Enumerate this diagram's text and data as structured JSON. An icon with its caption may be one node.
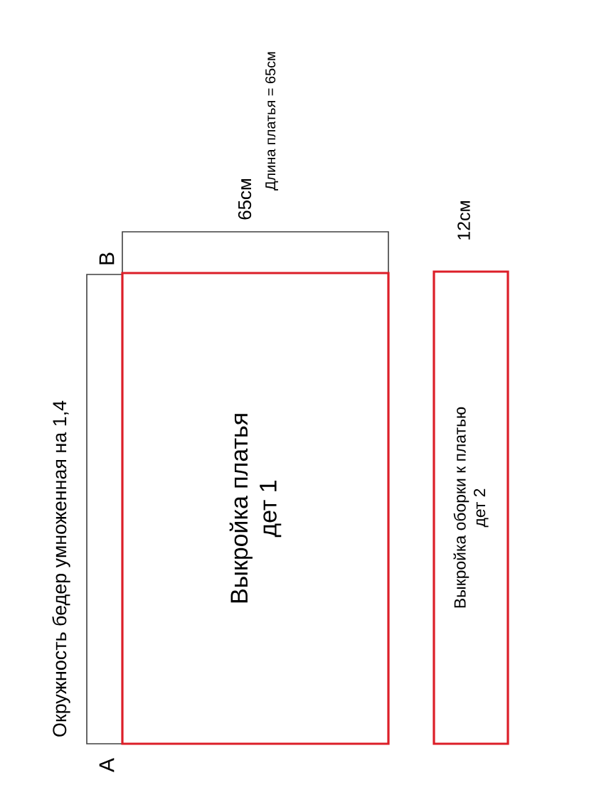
{
  "diagram": {
    "nodes": [
      {
        "text": [
          "Выкройка платья дет 1"
        ]
      },
      {
        "text": [
          "Выкройка оборки к платью дет 2"
        ]
      }
    ],
    "labels": [
      "Окружность бедер умноженная на 1,4",
      "B",
      "A",
      "65см",
      "Длина платья = 65см",
      "12см"
    ]
  }
}
